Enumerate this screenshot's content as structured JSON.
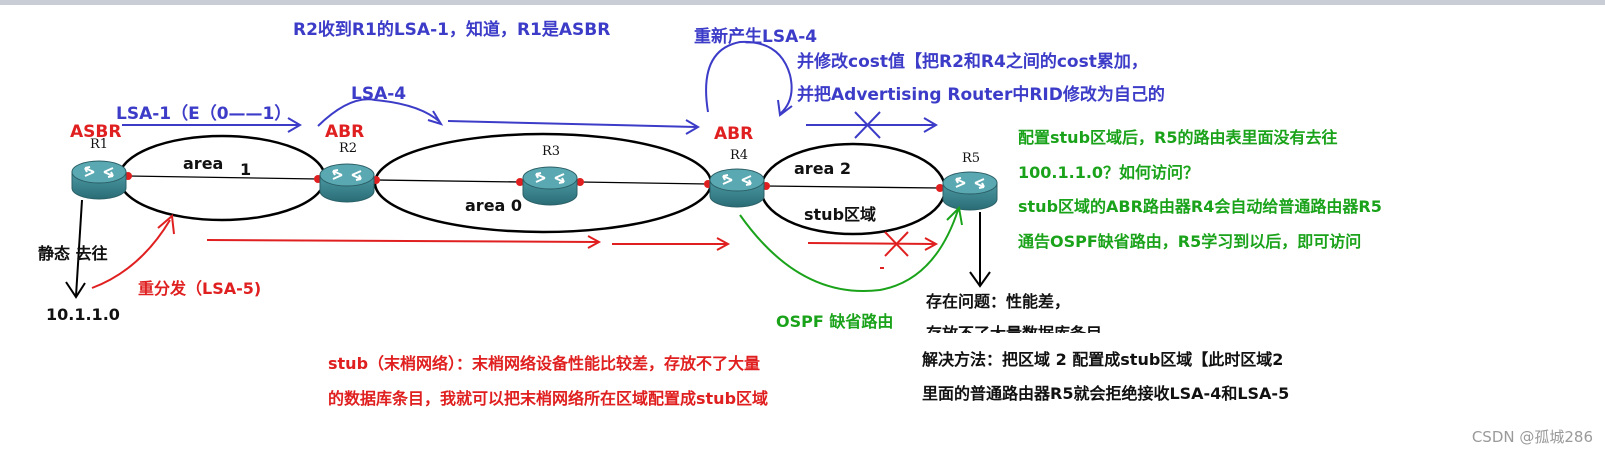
{
  "colors": {
    "blue": "#3c3cc8",
    "red": "#e02020",
    "green": "#1aa31a",
    "router": "#3f8c96"
  },
  "routers": {
    "r1": {
      "name": "R1",
      "role": "ASBR"
    },
    "r2": {
      "name": "R2",
      "role": "ABR"
    },
    "r3": {
      "name": "R3"
    },
    "r4": {
      "name": "R4",
      "role": "ABR"
    },
    "r5": {
      "name": "R5"
    }
  },
  "areas": {
    "area1": {
      "label": "area",
      "num": "1"
    },
    "area0": {
      "label": "area 0"
    },
    "area2": {
      "label": "area 2",
      "sub": "stub区域"
    }
  },
  "annotations": {
    "top_note": "R2收到R1的LSA-1，知道，R1是ASBR",
    "lsa1": "LSA-1（E（0——1）",
    "lsa4": "LSA-4",
    "regen_lsa4": "重新产生LSA-4",
    "modify_cost_1": "并修改cost值【把R2和R4之间的cost累加，",
    "modify_cost_2": "并把Advertising Router中RID修改为自己的",
    "static_route": "静态 去往",
    "static_dest": "10.1.1.0",
    "redistribute": "重分发（LSA-5)",
    "ospf_default": "OSPF 缺省路由",
    "stub_q1": "配置stub区域后，R5的路由表里面没有去往",
    "stub_q2": "100.1.1.0？如何访问？",
    "stub_a1": "stub区域的ABR路由器R4会自动给普通路由器R5",
    "stub_a2": "通告OSPF缺省路由，R5学习到以后，即可访问",
    "problem_1": "存在问题：性能差，",
    "problem_2": "存放不了大量数据库条目",
    "solution_1": "解决方法：把区域 2 配置成stub区域【此时区域2",
    "solution_2": "里面的普通路由器R5就会拒绝接收LSA-4和LSA-5",
    "stub_def_1": "stub（末梢网络）：末梢网络设备性能比较差，存放不了大量",
    "stub_def_2": "的数据库条目，我就可以把末梢网络所在区域配置成stub区域"
  },
  "watermark": "CSDN @孤城286"
}
